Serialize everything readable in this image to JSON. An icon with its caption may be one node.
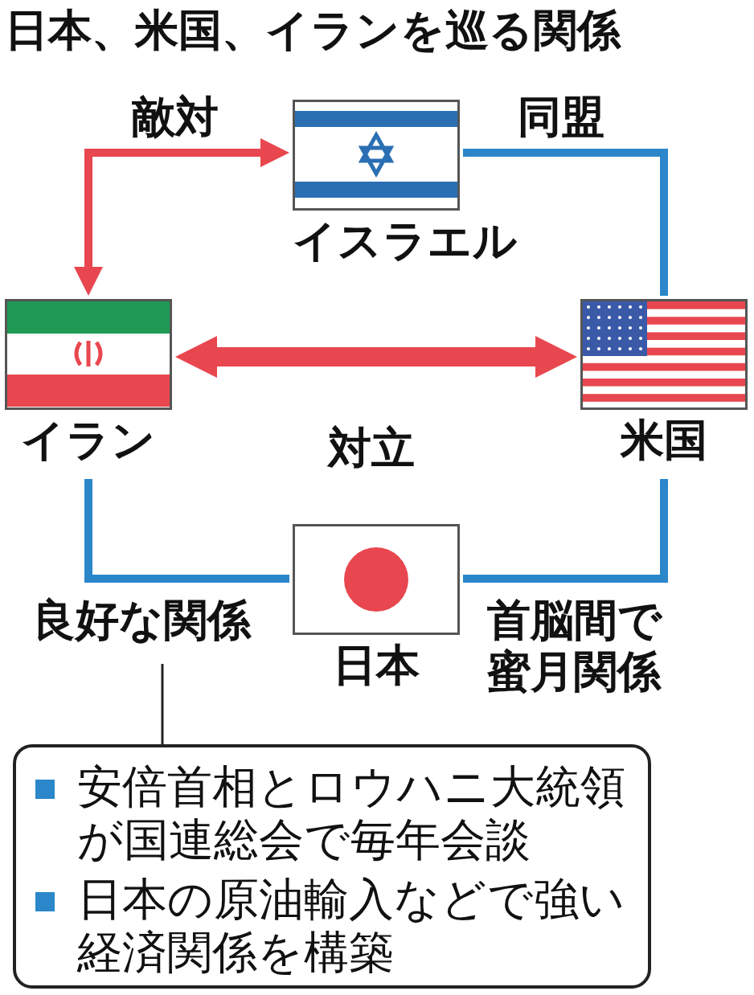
{
  "diagram": {
    "title": "日本、米国、イランを巡る関係",
    "nodes": [
      {
        "text": [
          "イスラエル"
        ]
      },
      {
        "text": [
          "イラン"
        ]
      },
      {
        "text": [
          "米国"
        ]
      },
      {
        "text": [
          "日本"
        ]
      },
      {
        "text": [
          "安倍首相とロウハニ大統領が国連総会で毎年会談",
          "日本の原油輸入などで強い経済関係を構築"
        ]
      }
    ],
    "edges": [
      {
        "from": 1,
        "to": 0,
        "arrow": "both",
        "label": "敵対",
        "color": "#e8474f"
      },
      {
        "from": 0,
        "to": 2,
        "arrow": "none",
        "label": "同盟",
        "color": "#2b87c9"
      },
      {
        "from": 1,
        "to": 2,
        "arrow": "both",
        "label": "対立",
        "color": "#e8474f",
        "style": "thick"
      },
      {
        "from": 1,
        "to": 3,
        "arrow": "none",
        "label": "良好な関係",
        "color": "#2b87c9"
      },
      {
        "from": 2,
        "to": 3,
        "arrow": "none",
        "label": "首脳間で蜜月関係",
        "color": "#2b87c9"
      },
      {
        "from": 4,
        "to": null,
        "arrow": "none",
        "color": "#222222"
      }
    ]
  }
}
